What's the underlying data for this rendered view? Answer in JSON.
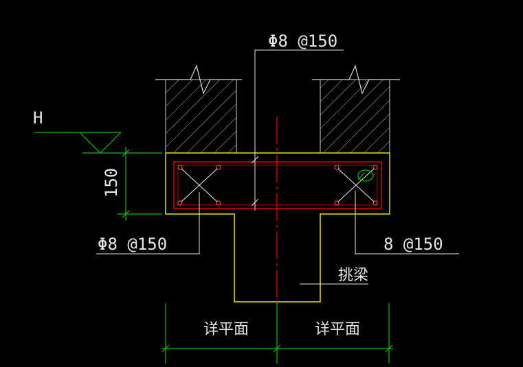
{
  "drawing": {
    "background": "#000000",
    "colors": {
      "annotation": "#e6e6e6",
      "beam_outline": "#e6e600",
      "rebar": "#e00000",
      "dimension": "#00c000",
      "hatch": "#c8c8c8",
      "axis": "#e00000"
    },
    "labels": {
      "top_rebar": "Φ8 @150",
      "left_rebar": "Φ8 @150",
      "right_rebar": "8 @150",
      "elevation_mark": "H",
      "height_dim": "150",
      "beam_name": "挑梁",
      "detail_left": "详平面",
      "detail_right": "详平面"
    }
  }
}
